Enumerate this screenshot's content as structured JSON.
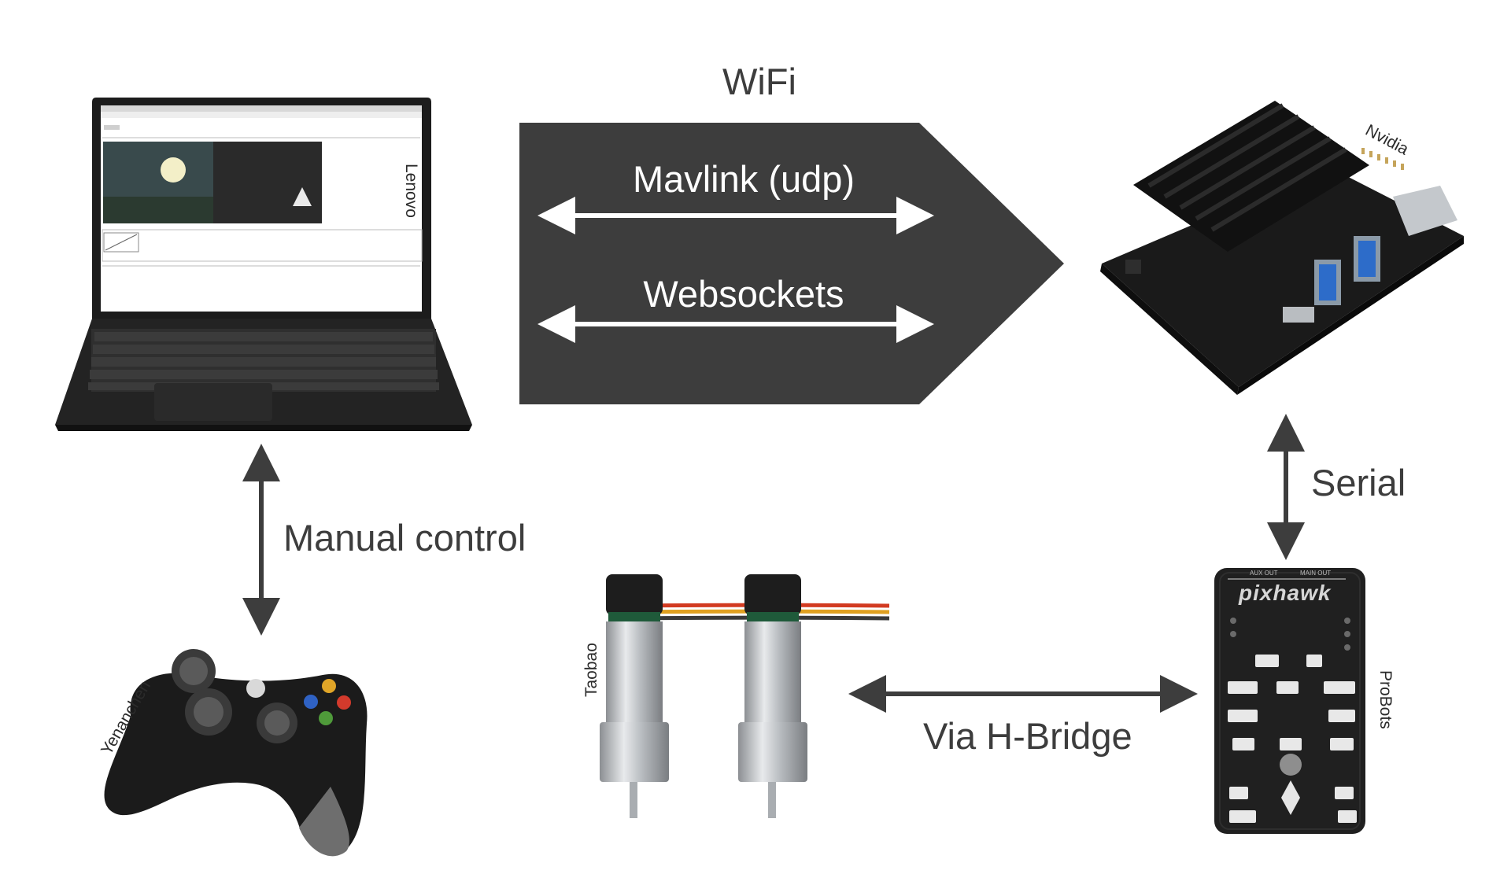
{
  "diagram": {
    "wifi_label": "WiFi",
    "mavlink_label": "Mavlink (udp)",
    "websockets_label": "Websockets",
    "manual_control_label": "Manual control",
    "serial_label": "Serial",
    "hbridge_label": "Via H-Bridge"
  },
  "credits": {
    "lenovo": "Lenovo",
    "nvidia": "Nvidia",
    "taobao": "Taobao",
    "probots": "ProBots",
    "yenanchen": "Yenanchen"
  },
  "pixhawk": {
    "logo": "pixhawk",
    "aux_out": "AUX OUT",
    "main_out": "MAIN OUT"
  },
  "colors": {
    "block": "#3d3d3d",
    "device": "#1e1e1e",
    "arrow": "#3d3d3d"
  }
}
